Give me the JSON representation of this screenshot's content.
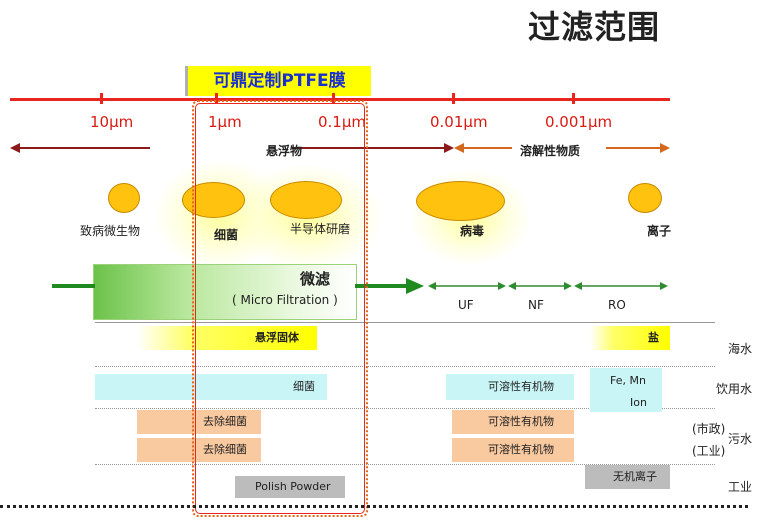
{
  "title": "过滤范围",
  "ptfe_label": "可鼎定制PTFE膜",
  "scale": [
    "10μm",
    "1μm",
    "0.1μm",
    "0.01μm",
    "0.001μm"
  ],
  "categories": {
    "suspended": "悬浮物",
    "dissolved": "溶解性物质"
  },
  "particles": [
    {
      "label": "致病微生物"
    },
    {
      "label": "细菌"
    },
    {
      "label": "半导体研磨"
    },
    {
      "label": "病毒"
    },
    {
      "label": "离子"
    }
  ],
  "mf": {
    "title": "微滤",
    "subtitle": "( Micro Filtration )"
  },
  "separation": [
    "UF",
    "NF",
    "RO"
  ],
  "rows": {
    "seawater": "海水",
    "drinking": "饮用水",
    "wastewater": "污水",
    "municipal": "(市政)",
    "industrial": "(工业)",
    "industry": "工业"
  },
  "cells": {
    "suspended_solids": "悬浮固体",
    "salt": "盐",
    "bacteria": "细菌",
    "soluble_organics": "可溶性有机物",
    "fe_mn_ion": [
      "Fe, Mn",
      "Ion"
    ],
    "remove_bacteria": "去除细菌",
    "inorganic_ions": "无机离子",
    "polish_powder": "Polish Powder"
  },
  "colors": {
    "scale_red": "#e8261f",
    "suspended_arrow": "#8b1a1a",
    "dissolved_arrow": "#d2691e",
    "mf_arrow": "#1f8a1f",
    "sep_arrow": "#2e8b2e",
    "particle": "#ffc20e",
    "highlight": "#ffff00",
    "label_blue": "#1a2fd0"
  }
}
